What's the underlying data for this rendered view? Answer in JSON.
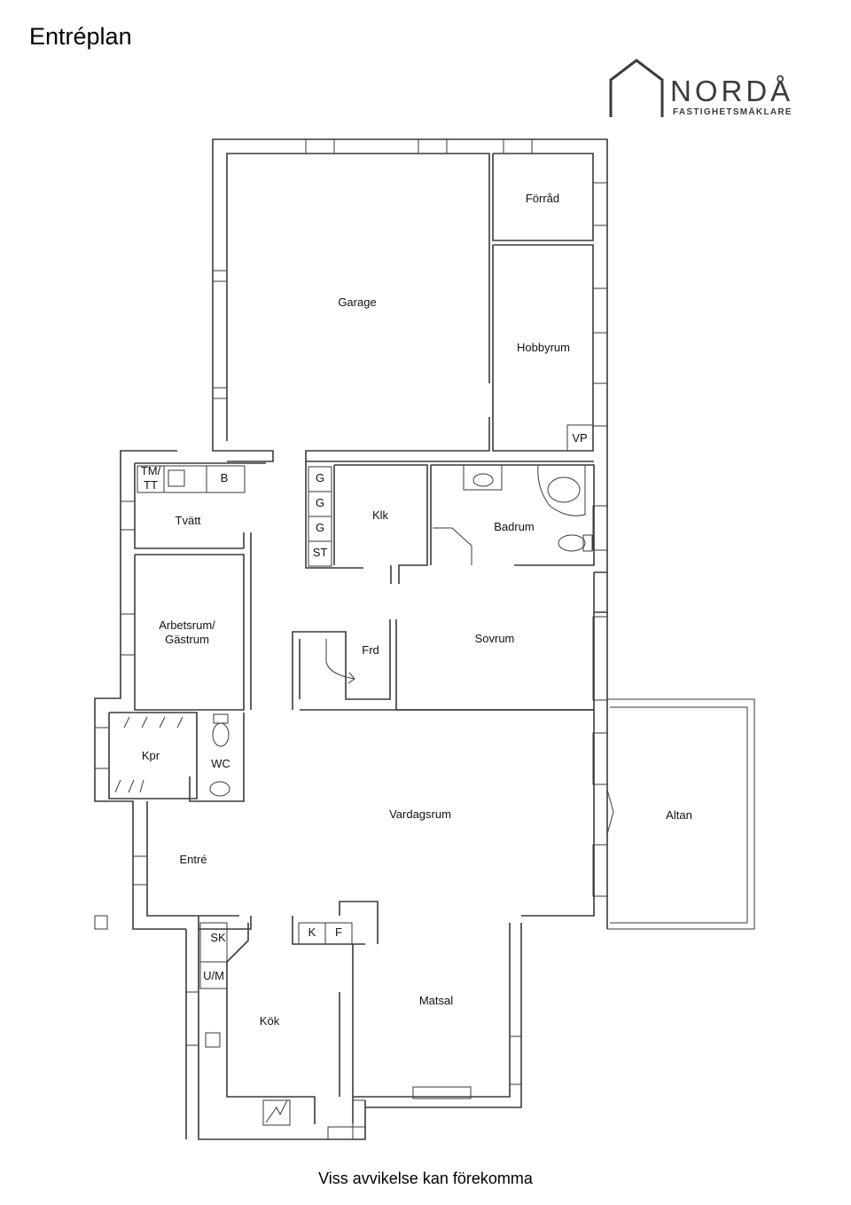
{
  "title": "Entréplan",
  "footer": "Viss avvikelse kan förekomma",
  "logo": {
    "name": "NORDÅ",
    "subtitle": "FASTIGHETSMÄKLARE"
  },
  "rooms": {
    "forrad": "Förråd",
    "garage": "Garage",
    "hobbyrum": "Hobbyrum",
    "vp": "VP",
    "tmtt_1": "TM/",
    "tmtt_2": "TT",
    "b": "B",
    "tvatt": "Tvätt",
    "g1": "G",
    "g2": "G",
    "g3": "G",
    "st": "ST",
    "klk": "Klk",
    "badrum": "Badrum",
    "arbetsrum_1": "Arbetsrum/",
    "arbetsrum_2": "Gästrum",
    "frd": "Frd",
    "sovrum": "Sovrum",
    "kpr": "Kpr",
    "wc": "WC",
    "vardagsrum": "Vardagsrum",
    "altan": "Altan",
    "entre": "Entré",
    "sk": "SK",
    "k": "K",
    "f": "F",
    "um": "U/M",
    "kok": "Kök",
    "matsal": "Matsal"
  }
}
